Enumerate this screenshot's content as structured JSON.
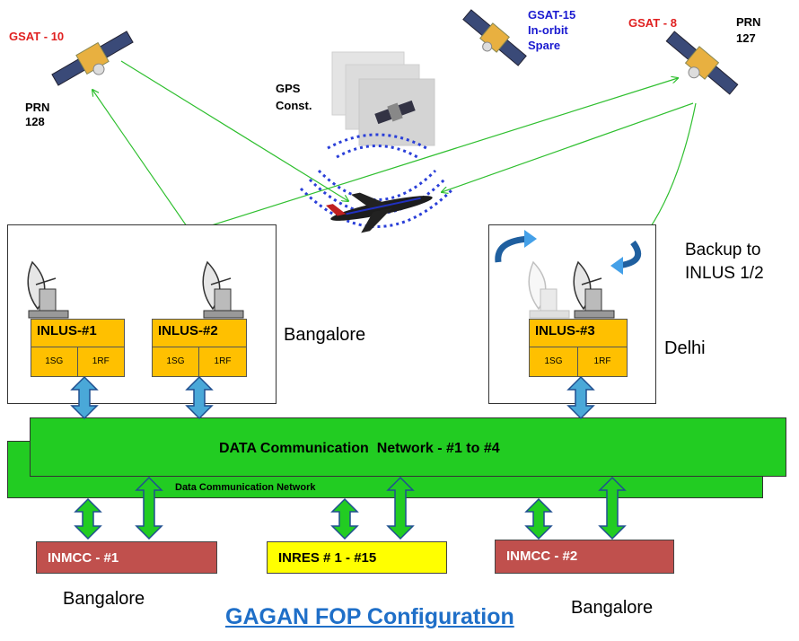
{
  "satellites": {
    "gsat10": {
      "name": "GSAT - 10",
      "prn": "PRN\n128"
    },
    "gsat15": {
      "name": "GSAT-15\nIn-orbit\nSpare"
    },
    "gsat8": {
      "name": "GSAT - 8",
      "prn": "PRN\n127"
    },
    "gps": {
      "name": "GPS\nConst."
    }
  },
  "stations": {
    "inlus1": {
      "name": "INLUS-#1",
      "sg": "1SG",
      "rf": "1RF"
    },
    "inlus2": {
      "name": "INLUS-#2",
      "sg": "1SG",
      "rf": "1RF"
    },
    "inlus3": {
      "name": "INLUS-#3",
      "sg": "1SG",
      "rf": "1RF"
    }
  },
  "locations": {
    "bangalore_stations": "Bangalore",
    "delhi": "Delhi",
    "backup_note": "Backup to\nINLUS 1/2",
    "bangalore_left": "Bangalore",
    "bangalore_right": "Bangalore"
  },
  "network": {
    "front_label": "DATA Communication  Network - #1 to #4",
    "back_label": "Data Communication Network"
  },
  "endpoints": {
    "inmcc1": "INMCC - #1",
    "inres": "INRES # 1 - #15",
    "inmcc2": "INMCC - #2"
  },
  "title": "GAGAN FOP Configuration",
  "colors": {
    "gsat_red": "#e02020",
    "gsat15_blue": "#1a1ad0",
    "inlus_orange": "#ffc000",
    "network_green": "#22cc22",
    "inmcc_red": "#c0504d",
    "inres_yellow": "#ffff00",
    "title_blue": "#1f6fc8"
  }
}
